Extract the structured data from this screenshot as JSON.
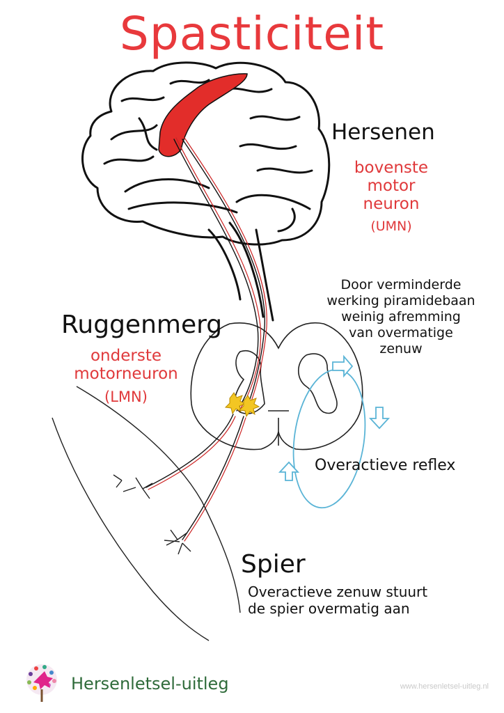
{
  "title": "Spasticiteit",
  "brain": {
    "heading": "Hersenen",
    "neuron": [
      "bovenste",
      "motor",
      "neuron"
    ],
    "abbr": "(UMN)"
  },
  "spine": {
    "heading": "Ruggenmerg",
    "neuron": [
      "onderste",
      "motorneuron"
    ],
    "abbr": "(LMN)"
  },
  "note": [
    "Door verminderde",
    "werking piramidebaan",
    "weinig afremming",
    "van overmatige",
    "zenuw"
  ],
  "reflex": "Overactieve reflex",
  "muscle": {
    "heading": "Spier",
    "text": [
      "Overactieve zenuw stuurt",
      "de spier overmatig aan"
    ]
  },
  "footer": {
    "brand": "Hersenletsel-uitleg",
    "url": "www.hersenletsel-uitleg.nl"
  },
  "colors": {
    "accent_red": "#e8393c",
    "brand_green": "#2f6b3a",
    "reflex_blue": "#5ab4d6",
    "neuron_yellow": "#f3c623"
  }
}
